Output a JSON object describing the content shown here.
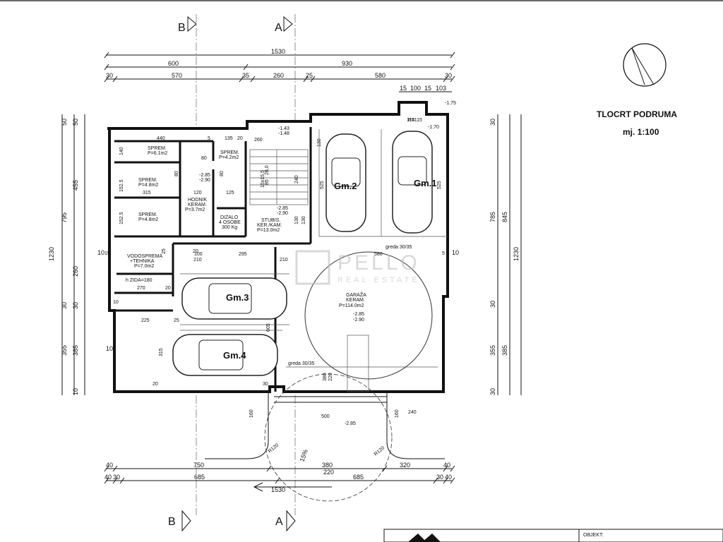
{
  "title": "TLOCRT PODRUMA",
  "scale": "mj. 1:100",
  "section_markers": {
    "b": "B",
    "a": "A"
  },
  "watermark": {
    "brand": "PELLO",
    "sub": "REAL ESTATE"
  },
  "top_dims": {
    "overall": "1530",
    "row2": [
      "600",
      "930"
    ],
    "row3": [
      "30",
      "570",
      "35",
      "260",
      "25",
      "580",
      "30"
    ],
    "small": [
      "15",
      "100",
      "15",
      "103"
    ]
  },
  "bottom_dims": {
    "row1": [
      "40",
      "750",
      "380",
      "320",
      "40"
    ],
    "row1b": "220",
    "row2": [
      "40",
      "30",
      "685",
      "685",
      "30",
      "40"
    ],
    "overall": "1530"
  },
  "left_dims": {
    "overall": "1230",
    "col_a": [
      "795",
      "355"
    ],
    "col_b": [
      "455",
      "260",
      "385"
    ],
    "small": [
      "50",
      "50",
      "10",
      "30",
      "30",
      "10",
      "10"
    ]
  },
  "right_dims": {
    "overall": "1230",
    "col_a": [
      "785",
      "355"
    ],
    "col_b": [
      "845",
      "385"
    ],
    "small": [
      "30",
      "30",
      "30",
      "10"
    ]
  },
  "rooms": {
    "sprem1": {
      "name": "SPREM.",
      "area": "P=6.1m2"
    },
    "sprem2": {
      "name": "SPREM.",
      "area": "P=4.2m2"
    },
    "sprem3": {
      "name": "SPREM.",
      "area": "P=4.8m2"
    },
    "sprem4": {
      "name": "SPREM.",
      "area": "P=4.8m2"
    },
    "hodnik": {
      "name": "HODNIK",
      "finish": "KERAM.",
      "area": "P=3.7m2"
    },
    "dizalo": {
      "name": "DIZALO",
      "cap1": "4 OSOBE",
      "cap2": "300 Kg"
    },
    "stubis": {
      "name": "STUBIS.",
      "finish": "KER./KAM.",
      "area": "P=13.0m2"
    },
    "vodosprema": {
      "name": "VODOSPREMA",
      "sub": "+TEHNIKA",
      "area": "P=7.0m2"
    },
    "garaza": {
      "name": "GARAŽA",
      "finish": "KERAM.",
      "area": "P=114.0m2",
      "lvl1": "-2.85",
      "lvl2": "-2.90"
    }
  },
  "parking": [
    "Gm.1",
    "Gm.2",
    "Gm.3",
    "Gm.4"
  ],
  "interior_dims": [
    "440",
    "5",
    "135",
    "20",
    "260",
    "140",
    "152.5",
    "315",
    "120",
    "125",
    "152.5",
    "80",
    "80",
    "80",
    "20",
    "295",
    "210",
    "580",
    "210",
    "100",
    "270",
    "20",
    "225",
    "25",
    "315",
    "20",
    "605",
    "30",
    "380",
    "220",
    "500",
    "160",
    "240",
    "160",
    "525",
    "525",
    "240",
    "130",
    "85",
    "130",
    "130",
    "115",
    "15",
    "10",
    "5",
    "25"
  ],
  "levels": [
    "-1.43",
    "-1.48",
    "P=115",
    "-1.70",
    "-1.75",
    "-2.85",
    "-2.90",
    "-2.85",
    "-2.90",
    "-2.85"
  ],
  "beam_labels": [
    "greda 30/35",
    "greda 30/35"
  ],
  "wall_note": "h ZIDA=180",
  "stairs_note": [
    "15x15,5",
    "28,0"
  ],
  "ramp": {
    "slope": "15%",
    "r1": "R120",
    "r2": "R120"
  },
  "stamp": {
    "label": "OBJEKT:"
  }
}
